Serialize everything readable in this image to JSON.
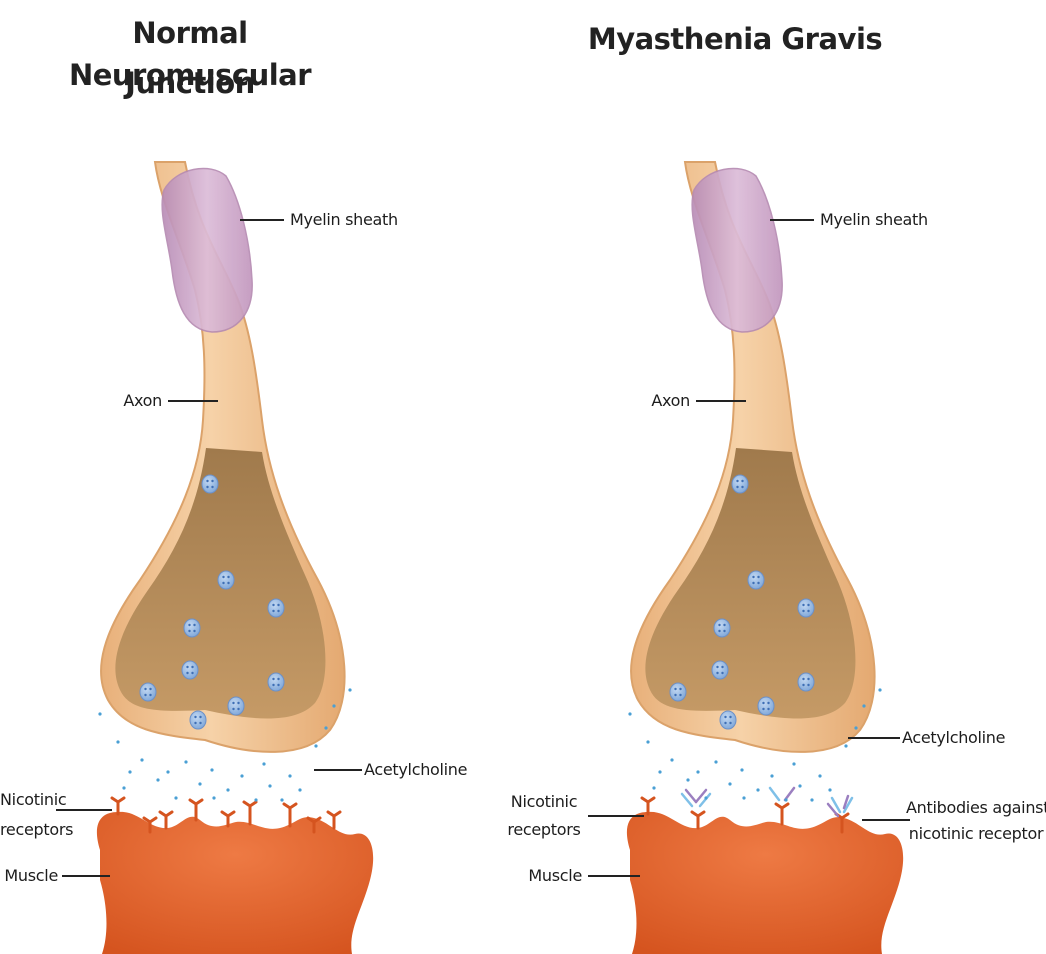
{
  "panels": {
    "normal": {
      "title_line1": "Normal Neuromuscular",
      "title_line2": "Junction",
      "myelin": "Myelin sheath",
      "axon": "Axon",
      "ach": "Acetylcholine",
      "receptors_line1": "Nicotinic",
      "receptors_line2": "receptors",
      "muscle": "Muscle"
    },
    "mg": {
      "title": "Myasthenia Gravis",
      "myelin": "Myelin sheath",
      "axon": "Axon",
      "ach": "Acetylcholine",
      "receptors_line1": "Nicotinic",
      "receptors_line2": "receptors",
      "muscle": "Muscle",
      "antibodies_line1": "Antibodies against",
      "antibodies_line2": "nicotinic receptor"
    }
  },
  "colors": {
    "axon": "#f2c493",
    "axon_edge": "#e0a86f",
    "terminal_inner": "#b08a5c",
    "myelin": "#c9a2c5",
    "vesicle": "#8eb4e3",
    "ach_dot": "#4a9fd4",
    "muscle": "#e0612f",
    "antibody_blue": "#7fc0e8",
    "antibody_purple": "#9b7fc0"
  }
}
